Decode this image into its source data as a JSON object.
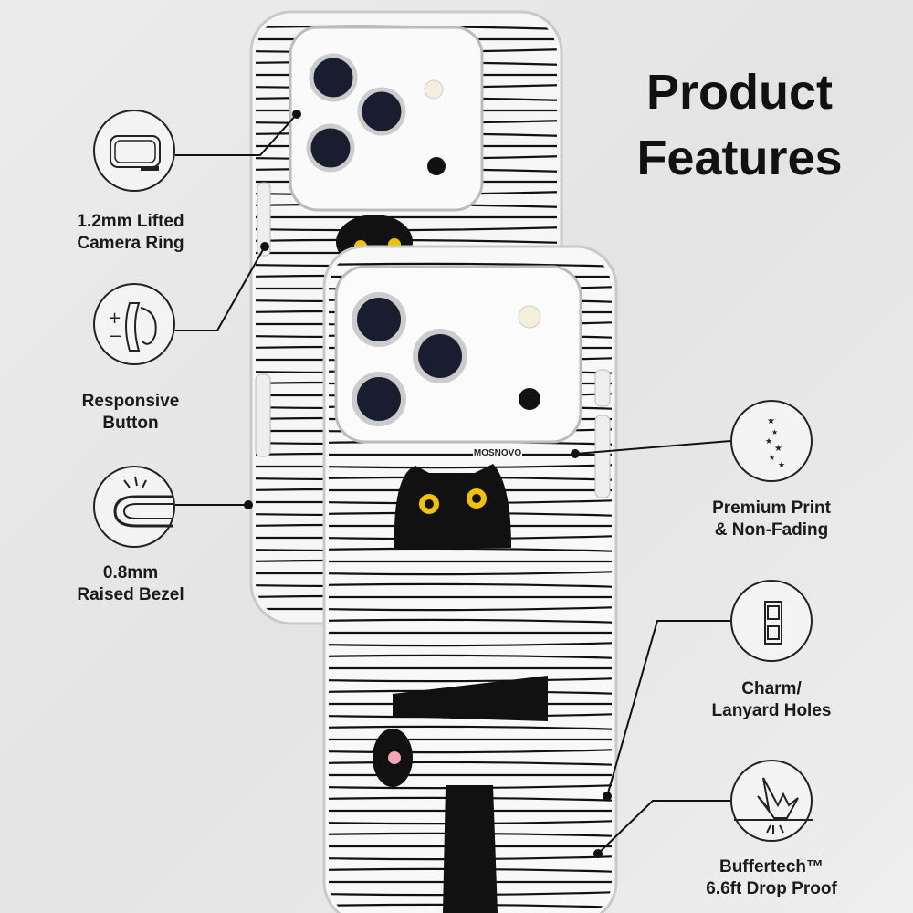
{
  "title": {
    "line1": "Product",
    "line2": "Features"
  },
  "brand": "MOSNOVO",
  "features": [
    {
      "icon": "camera-ring-icon",
      "line1": "1.2mm Lifted",
      "line2": "Camera Ring"
    },
    {
      "icon": "button-icon",
      "line1": "Responsive",
      "line2": "Button"
    },
    {
      "icon": "bezel-icon",
      "line1": "0.8mm",
      "line2": "Raised Bezel"
    },
    {
      "icon": "stars-icon",
      "line1": "Premium Print",
      "line2": "& Non-Fading"
    },
    {
      "icon": "lanyard-holes-icon",
      "line1": "Charm/",
      "line2": "Lanyard Holes"
    },
    {
      "icon": "drop-impact-icon",
      "line1": "Buffertech™",
      "line2": "6.6ft Drop Proof"
    }
  ]
}
